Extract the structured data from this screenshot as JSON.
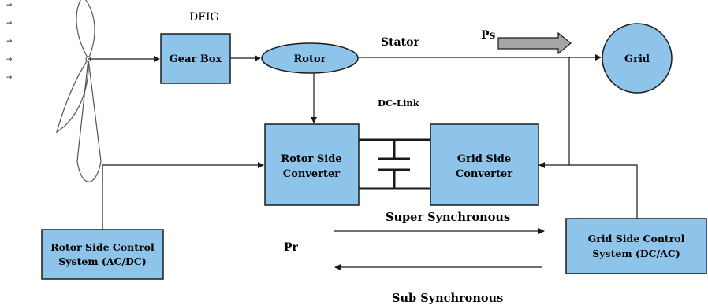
{
  "diagram": {
    "title": "DFIG",
    "wind_markers": [
      "⇾",
      "⇾",
      "⇾",
      "⇾",
      "⇾"
    ],
    "nodes": {
      "gearbox": "Gear Box",
      "rotor": "Rotor",
      "grid": "Grid",
      "rsc": [
        "Rotor Side",
        "Converter"
      ],
      "gsc": [
        "Grid Side",
        "Converter"
      ],
      "rsc_control": [
        "Rotor Side Control",
        "System (AC/DC)"
      ],
      "gsc_control": [
        "Grid Side Control",
        "System (DC/AC)"
      ]
    },
    "labels": {
      "stator": "Stator",
      "ps": "Ps",
      "dc_link": "DC-Link",
      "pr": "Pr",
      "super_sync": "Super Synchronous",
      "sub_sync": "Sub Synchronous"
    },
    "colors": {
      "box_fill": "#8ec3ea",
      "stroke": "#1a1a1a",
      "arrow_fill": "#a6a6a6"
    }
  }
}
